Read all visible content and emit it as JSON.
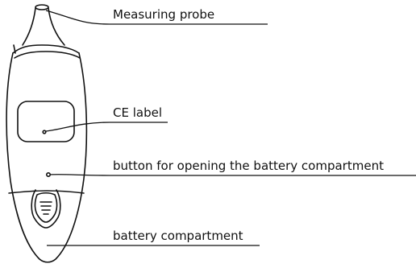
{
  "labels": {
    "probe": "Measuring probe",
    "ce_label": "CE label",
    "button": "button for opening the battery compartment",
    "battery": "battery compartment"
  },
  "colors": {
    "stroke": "#111111",
    "background": "#ffffff"
  }
}
